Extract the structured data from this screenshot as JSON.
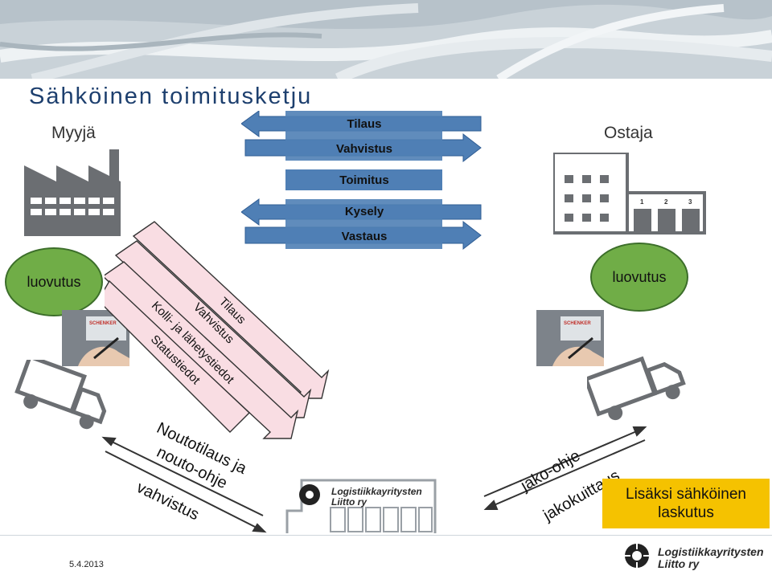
{
  "title": "Sähköinen toimitusketju",
  "seller_label": "Myyjä",
  "buyer_label": "Ostaja",
  "left_ellipse": "luovutus",
  "right_ellipse": "luovutus",
  "arrows": {
    "tilaus": "Tilaus",
    "vahvistus": "Vahvistus",
    "toimitus": "Toimitus",
    "kysely": "Kysely",
    "vastaus": "Vastaus"
  },
  "diagonal": {
    "tilaus": "Tilaus",
    "vahvistus": "Vahvistus",
    "kolli": "Kolli- ja lähetystiedot",
    "status": "Statustiedot"
  },
  "left_bottom": {
    "line1": "Noutotilaus ja",
    "line2": "nouto-ohje",
    "vahvistus": "vahvistus"
  },
  "right_bottom": {
    "jako": "jako-ohje",
    "jakokuittaus": "jakokuittaus"
  },
  "yellow_box": {
    "line1": "Lisäksi sähköinen",
    "line2": "laskutus"
  },
  "building_numbers": [
    "1",
    "2",
    "3"
  ],
  "logo_center": [
    "Logistiikkayritysten",
    "Liitto ry"
  ],
  "logo_footer": [
    "Logistiikkayritysten",
    "Liitto ry"
  ],
  "photo_sign": "SCHENKER",
  "date": "5.4.2013",
  "colors": {
    "arrow_blue": "#4f7fb5",
    "ellipse_green": "#70ad47",
    "diag_pink": "#f9dde3",
    "yellow": "#f5c200",
    "title_blue": "#1d3f6e"
  }
}
